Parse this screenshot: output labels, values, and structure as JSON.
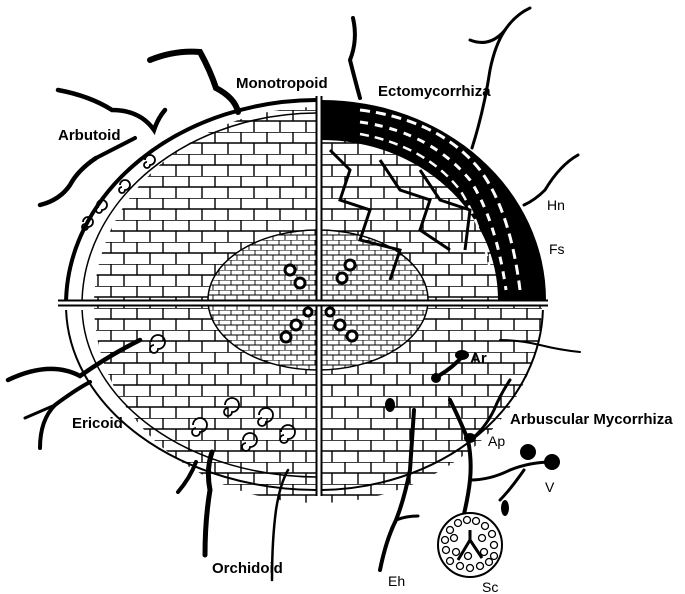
{
  "labels": {
    "monotropoid": "Monotropoid",
    "ectomycorrhiza": "Ectomycorrhiza",
    "arbutoid": "Arbutoid",
    "ericoid": "Ericoid",
    "orchidoid": "Orchidoid",
    "arbuscular": "Arbuscular Mycorrhiza",
    "hn": "Hn",
    "fs": "Fs",
    "ar": "Ar",
    "ap": "Ap",
    "v": "V",
    "eh": "Eh",
    "sc": "Sc"
  },
  "colors": {
    "ink": "#000000",
    "paper": "#ffffff"
  }
}
